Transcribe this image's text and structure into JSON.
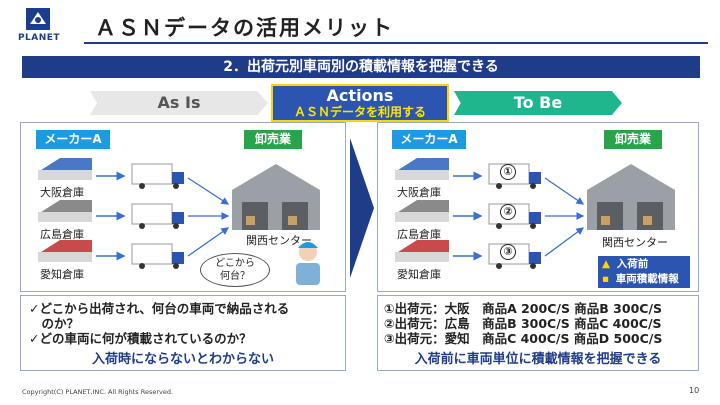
{
  "header": {
    "logo_text": "PLANET",
    "title": "ＡＳＮデータの活用メリット"
  },
  "subtitle": "2．出荷元別車両別の積載情報を把握できる",
  "tabs": {
    "as_is": "As Is",
    "to_be": "To Be"
  },
  "actions": {
    "title": "Actions",
    "subtitle": "ＡＳＮデータを利用する"
  },
  "left": {
    "maker_label": "メーカーA",
    "wholesaler_label": "卸売業",
    "warehouses": [
      "大阪倉庫",
      "広島倉庫",
      "愛知倉庫"
    ],
    "center_label": "関西センター",
    "bubble_text": [
      "どこから",
      "何台？"
    ],
    "bottom_lines": [
      "✓どこから出荷され、何台の車両で納品される",
      "　のか？",
      "✓どの車両に何が積載されているのか？"
    ],
    "bottom_summary": "入荷時にならないとわからない"
  },
  "right": {
    "maker_label": "メーカーA",
    "wholesaler_label": "卸売業",
    "warehouses": [
      "大阪倉庫",
      "広島倉庫",
      "愛知倉庫"
    ],
    "truck_numbers": [
      "①",
      "②",
      "③"
    ],
    "center_label": "関西センター",
    "legend": {
      "line1_symbol": "▲",
      "line1": "入荷前",
      "line2_symbol": "▪",
      "line2": "車両積載情報"
    },
    "bottom_lines": [
      "①出荷元：大阪　商品A 200C/S 商品B 300C/S",
      "②出荷元：広島　商品B 300C/S 商品C 400C/S",
      "③出荷元：愛知　商品C 400C/S 商品D 500C/S"
    ],
    "bottom_summary": "入荷前に車両単位に積載情報を把握できる"
  },
  "footer": {
    "copyright": "Copyright(C) PLANET,INC. All Rights Reserved.",
    "page": "10"
  },
  "colors": {
    "navy": "#1f3c88",
    "accent_blue": "#2b55b0",
    "green": "#1fb68e",
    "yellow": "#ffd400"
  }
}
